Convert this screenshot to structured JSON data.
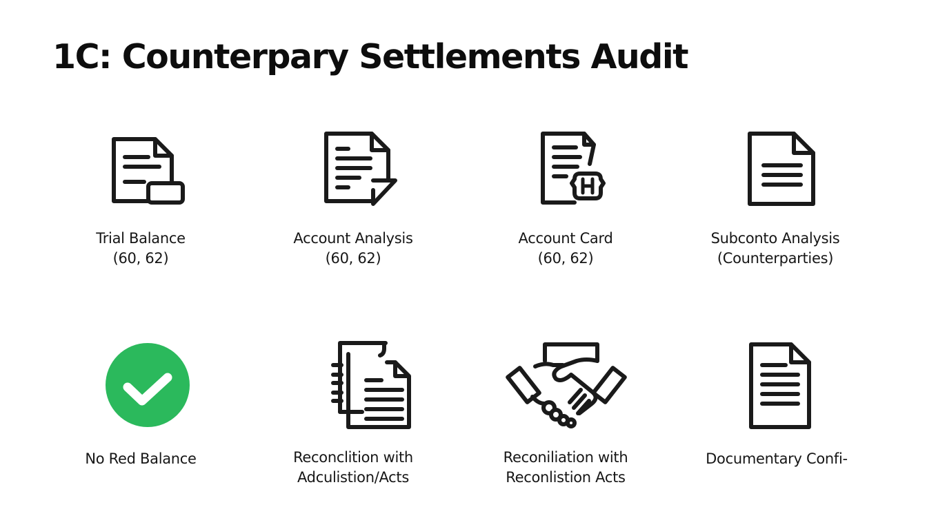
{
  "title": "1C: Counterpary Settlements Audit",
  "colors": {
    "text": "#111111",
    "icon_stroke": "#1a1a1a",
    "success": "#2bb95c",
    "background": "#ffffff"
  },
  "items": [
    {
      "icon": "document-with-tab-icon",
      "line1": "Trial Balance",
      "line2": "(60, 62)"
    },
    {
      "icon": "document-with-arrow-icon",
      "line1": "Account Analysis",
      "line2": "(60, 62)"
    },
    {
      "icon": "document-with-h-badge-icon",
      "line1": "Account Card",
      "line2": "(60, 62)"
    },
    {
      "icon": "document-icon",
      "line1": "Subconto Analysis",
      "line2": "(Counterparties)"
    },
    {
      "icon": "green-checkmark-icon",
      "line1": "No Red Balance",
      "line2": ""
    },
    {
      "icon": "two-documents-icon",
      "line1": "Reconclition with",
      "line2": "Adculistion/Acts"
    },
    {
      "icon": "handshake-icon",
      "line1": "Reconiliation with",
      "line2": "Reconlistion Acts"
    },
    {
      "icon": "document-lines-icon",
      "line1": "Documentary Confi-",
      "line2": ""
    }
  ]
}
